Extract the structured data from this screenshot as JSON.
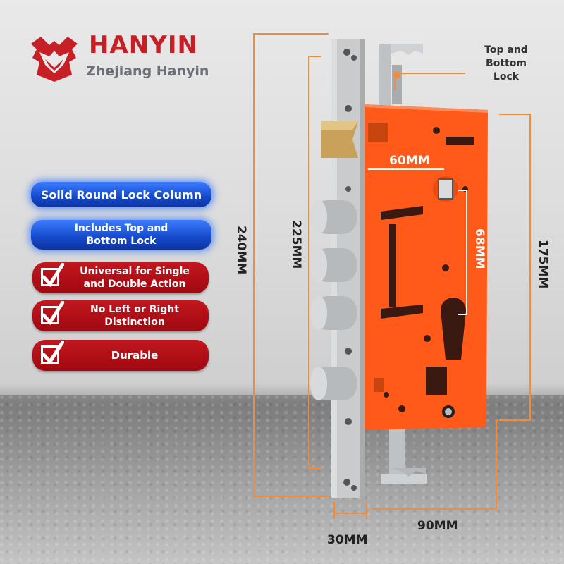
{
  "brand": {
    "name": "HANYIN",
    "subtitle": "Zhejiang Hanyin",
    "logo_icon": "hanyin-logo-icon",
    "color": "#c62026"
  },
  "features": {
    "blue": [
      {
        "label": "Solid Round Lock Column"
      },
      {
        "label": "Includes Top and Bottom Lock"
      }
    ],
    "red": [
      {
        "label": "Universal for Single and Double Action",
        "icon": "checkbox-checked-icon"
      },
      {
        "label": "No Left or Right Distinction",
        "icon": "checkbox-checked-icon"
      },
      {
        "label": "Durable",
        "icon": "checkbox-checked-icon"
      }
    ]
  },
  "callout": {
    "top_bottom_lock": "Top and Bottom Lock"
  },
  "dimensions": {
    "overall_height": "240MM",
    "bolt_span": "225MM",
    "case_height": "175MM",
    "backset": "60MM",
    "cylinder_center": "68MM",
    "faceplate_width": "30MM",
    "case_width": "90MM"
  },
  "colors": {
    "lock_body": "#ff5a1a",
    "faceplate": "#c9cbcd",
    "dimension_line": "#f28c3a",
    "blue_pill": "#1549c9",
    "red_pill": "#a0080f"
  }
}
